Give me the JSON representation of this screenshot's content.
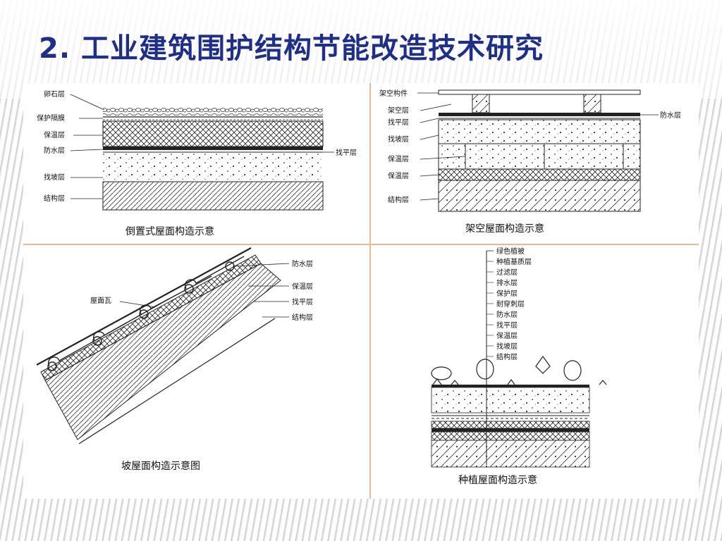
{
  "slide": {
    "title": "2. 工业建筑围护结构节能改造技术研究"
  },
  "diagrams": {
    "inverted_roof": {
      "caption": "倒置式屋面构造示意",
      "labels": [
        "卵石层",
        "保护隔膜",
        "保温层",
        "防水层",
        "找坡层",
        "结构层"
      ],
      "right_label": "找平层"
    },
    "raised_roof": {
      "caption": "架空屋面构造示意",
      "labels": [
        "架空构件",
        "架空层",
        "找平层",
        "找坡层",
        "保温层",
        "保温层",
        "结构层"
      ],
      "right_label": "防水层"
    },
    "sloped_roof": {
      "caption": "坡屋面构造示意图",
      "left_label": "屋面瓦",
      "labels": [
        "防水层",
        "保温层",
        "找平层",
        "结构层"
      ]
    },
    "planted_roof": {
      "caption": "种植屋面构造示意",
      "labels": [
        "绿色植被",
        "种植基质层",
        "过滤层",
        "排水层",
        "保护层",
        "耐穿刺层",
        "防水层",
        "找平层",
        "保温层",
        "找坡层",
        "结构层"
      ]
    }
  }
}
